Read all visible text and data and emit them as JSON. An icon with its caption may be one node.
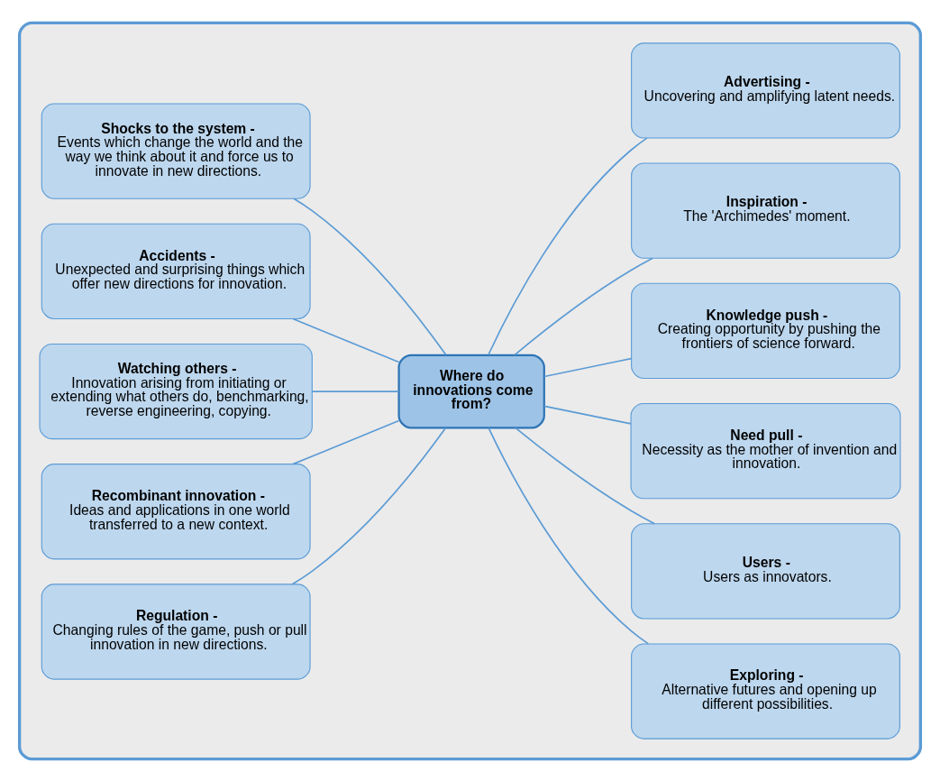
{
  "diagram": {
    "nodes": [
      {
        "text": [],
        "shape": "box"
      },
      {
        "text": [
          "Where do innovations come from?"
        ],
        "in": 0
      },
      {
        "text": [
          "Shocks to the system -",
          "Events which change the world and the way we think about it and force us to innovate in new directions."
        ],
        "in": 0
      },
      {
        "text": [
          "Accidents -",
          "Unexpected and surprising things which offer new directions for innovation."
        ],
        "in": 0
      },
      {
        "text": [
          "Watching others -",
          "Innovation arising from initiating or extending what others do, benchmarking, reverse engineering, copying."
        ],
        "in": 0
      },
      {
        "text": [
          "Recombinant innovation -",
          "Ideas and applications in one world transferred to a new context."
        ],
        "in": 0
      },
      {
        "text": [
          "Regulation -",
          "Changing rules of the game, push or pull innovation in new directions."
        ],
        "in": 0
      },
      {
        "text": [
          "Advertising -",
          "Uncovering and amplifying latent needs."
        ],
        "in": 0
      },
      {
        "text": [
          "Inspiration -",
          "The 'Archimedes' moment."
        ],
        "in": 0
      },
      {
        "text": [
          "Knowledge push -",
          "Creating opportunity by pushing the frontiers of science forward."
        ],
        "in": 0
      },
      {
        "text": [
          "Need pull -",
          "Necessity as the mother of invention and innovation."
        ],
        "in": 0
      },
      {
        "text": [
          "Users -",
          "Users as innovators."
        ],
        "in": 0
      },
      {
        "text": [
          "Exploring -",
          "Alternative futures and opening up different possibilities."
        ],
        "in": 0
      }
    ],
    "edges": [
      {
        "from": 1,
        "to": 2,
        "arrow": "none"
      },
      {
        "from": 1,
        "to": 3,
        "arrow": "none"
      },
      {
        "from": 1,
        "to": 4,
        "arrow": "none"
      },
      {
        "from": 1,
        "to": 5,
        "arrow": "none"
      },
      {
        "from": 1,
        "to": 6,
        "arrow": "none"
      },
      {
        "from": 1,
        "to": 7,
        "arrow": "none"
      },
      {
        "from": 1,
        "to": 8,
        "arrow": "none"
      },
      {
        "from": 1,
        "to": 9,
        "arrow": "none"
      },
      {
        "from": 1,
        "to": 10,
        "arrow": "none"
      },
      {
        "from": 1,
        "to": 11,
        "arrow": "none"
      },
      {
        "from": 1,
        "to": 12,
        "arrow": "none"
      }
    ]
  }
}
